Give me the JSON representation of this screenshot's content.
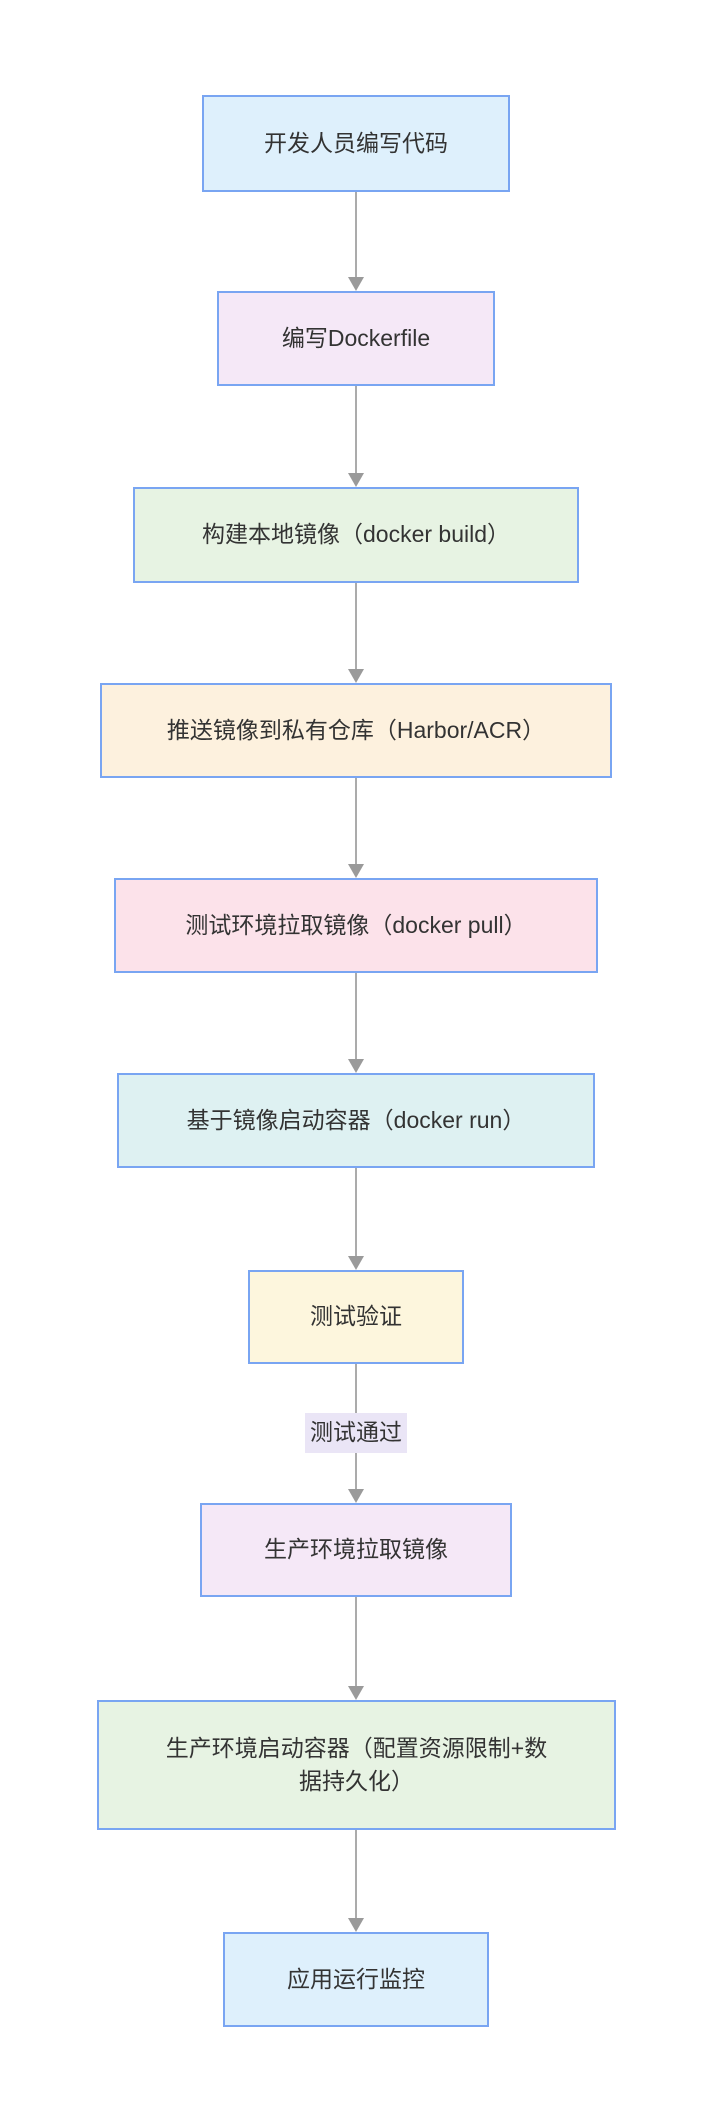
{
  "diagram": {
    "type": "flowchart",
    "direction": "top-down",
    "background_color": "#ffffff",
    "node_border_color": "#79a5f2",
    "arrow_color": "#ababab",
    "text_color": "#333333",
    "edge_label_background": "#eae5f6",
    "nodes": [
      {
        "id": "A",
        "label": "开发人员编写代码",
        "fill": "#def0fc"
      },
      {
        "id": "B",
        "label": "编写Dockerfile",
        "fill": "#f5e8f7"
      },
      {
        "id": "C",
        "label": "构建本地镜像（docker build）",
        "fill": "#e7f3e3"
      },
      {
        "id": "D",
        "label": "推送镜像到私有仓库（Harbor/ACR）",
        "fill": "#fdf1de"
      },
      {
        "id": "E",
        "label": "测试环境拉取镜像（docker pull）",
        "fill": "#fce2ea"
      },
      {
        "id": "F",
        "label": "基于镜像启动容器（docker run）",
        "fill": "#def1f2"
      },
      {
        "id": "G",
        "label": "测试验证",
        "fill": "#fdf6dd"
      },
      {
        "id": "H",
        "label": "生产环境拉取镜像",
        "fill": "#f5e8f7"
      },
      {
        "id": "I",
        "label": "生产环境启动容器（配置资源限制+数据持久化）",
        "fill": "#e7f3e3"
      },
      {
        "id": "J",
        "label": "应用运行监控",
        "fill": "#def0fc"
      }
    ],
    "edges": [
      {
        "from": "A",
        "to": "B",
        "label": ""
      },
      {
        "from": "B",
        "to": "C",
        "label": ""
      },
      {
        "from": "C",
        "to": "D",
        "label": ""
      },
      {
        "from": "D",
        "to": "E",
        "label": ""
      },
      {
        "from": "E",
        "to": "F",
        "label": ""
      },
      {
        "from": "F",
        "to": "G",
        "label": ""
      },
      {
        "from": "G",
        "to": "H",
        "label": "测试通过"
      },
      {
        "from": "H",
        "to": "I",
        "label": ""
      },
      {
        "from": "I",
        "to": "J",
        "label": ""
      }
    ]
  }
}
